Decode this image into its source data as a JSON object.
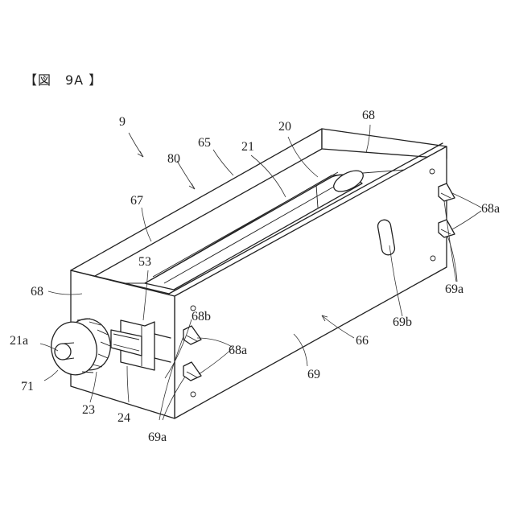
{
  "figure_title": "【図　9A 】",
  "labels": {
    "l9": "9",
    "l20": "20",
    "l21": "21",
    "l65": "65",
    "l80": "80",
    "l68_top": "68",
    "l67": "67",
    "l53": "53",
    "l68_left": "68",
    "l68b": "68b",
    "l21a": "21a",
    "l71": "71",
    "l23": "23",
    "l24": "24",
    "l68a_mid": "68a",
    "l69a_bottom": "69a",
    "l69b": "69b",
    "l66": "66",
    "l69": "69",
    "l68a_right": "68a",
    "l69a_right": "69a"
  }
}
